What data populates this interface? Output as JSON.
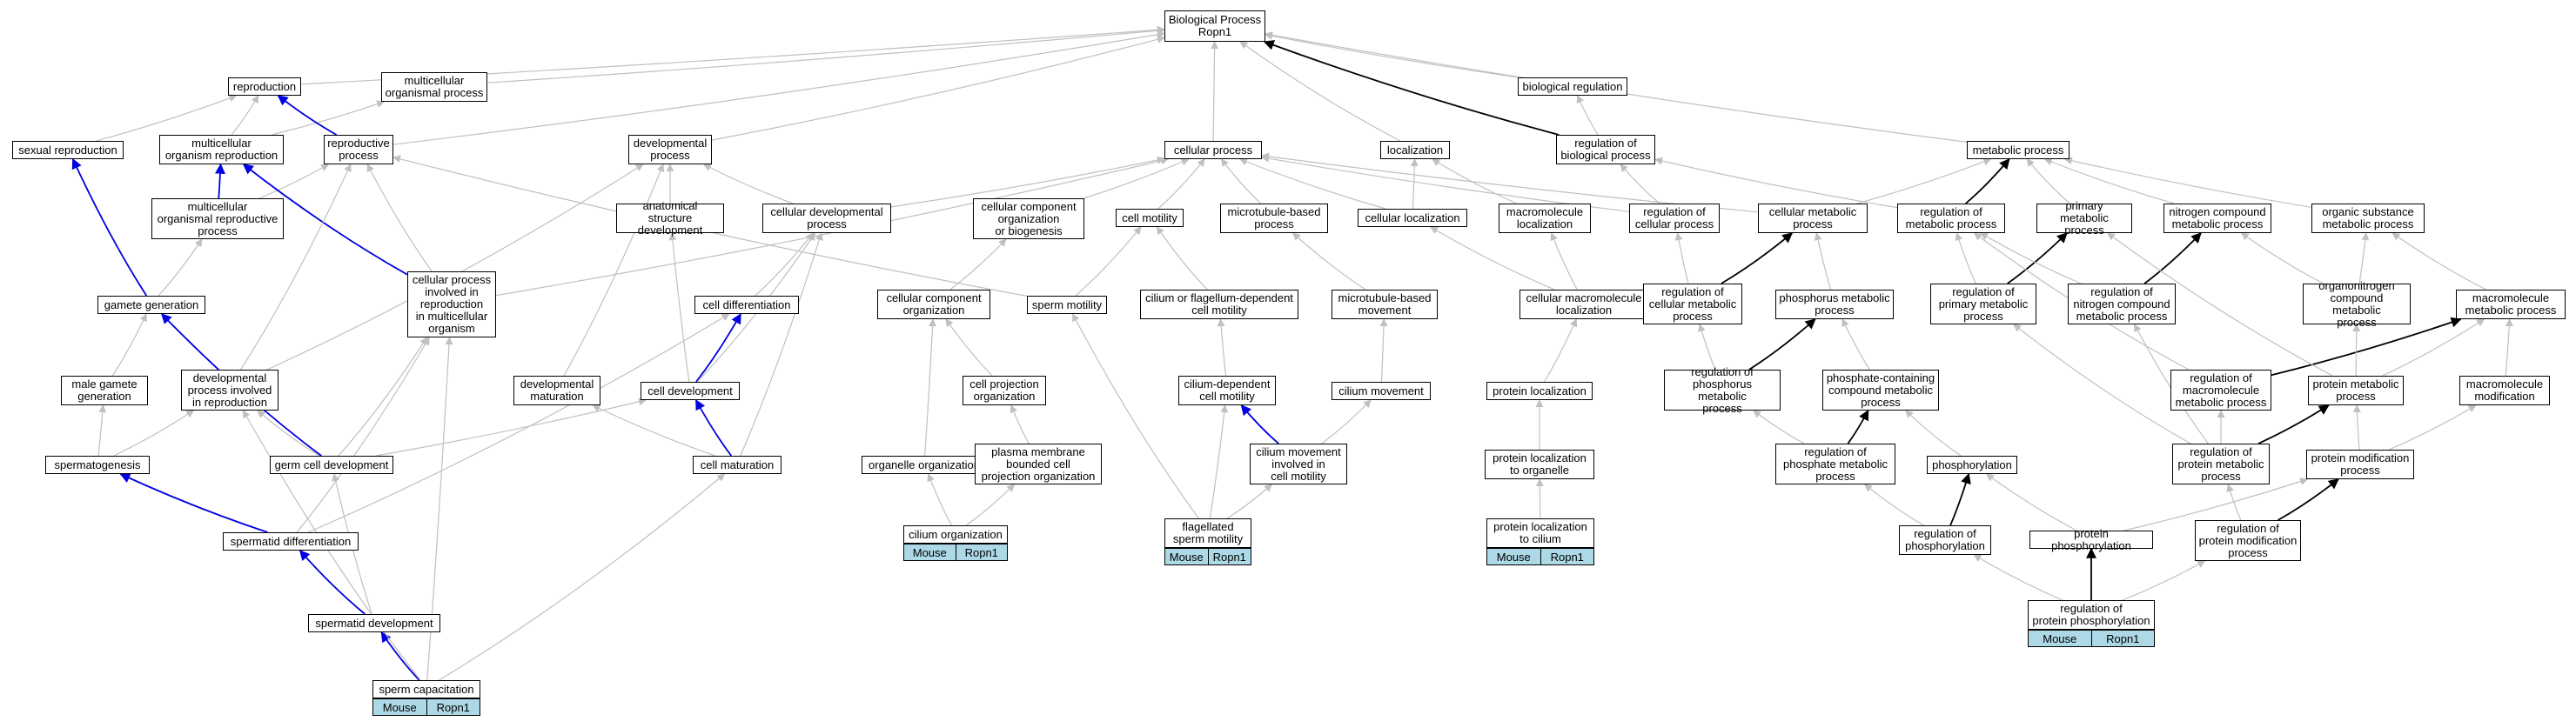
{
  "graph": {
    "root_title": "Biological Process\nRopn1",
    "nodes": {
      "root": "Biological Process\nRopn1",
      "reproduction": "reproduction",
      "multicellular_organismal_process": "multicellular\norganismal process",
      "sexual_reproduction": "sexual reproduction",
      "multicellular_organism_reproduction": "multicellular\norganism reproduction",
      "reproductive_process": "reproductive\nprocess",
      "multicellular_organismal_reproductive_process": "multicellular\norganismal reproductive\nprocess",
      "developmental_process": "developmental\nprocess",
      "anatomical_structure_development": "anatomical structure\ndevelopment",
      "cellular_developmental_process": "cellular developmental\nprocess",
      "cellular_process": "cellular process",
      "localization": "localization",
      "biological_regulation": "biological regulation",
      "regulation_of_biological_process": "regulation of\nbiological process",
      "metabolic_process": "metabolic process",
      "cellular_component_organization_or_biogenesis": "cellular component\norganization\nor biogenesis",
      "cell_motility": "cell motility",
      "microtubule_based_process": "microtubule-based\nprocess",
      "cellular_localization": "cellular localization",
      "macromolecule_localization": "macromolecule\nlocalization",
      "regulation_of_cellular_process": "regulation of\ncellular process",
      "cellular_metabolic_process": "cellular metabolic\nprocess",
      "regulation_of_metabolic_process": "regulation of\nmetabolic process",
      "primary_metabolic_process": "primary metabolic\nprocess",
      "nitrogen_compound_metabolic_process": "nitrogen compound\nmetabolic process",
      "organic_substance_metabolic_process": "organic substance\nmetabolic process",
      "gamete_generation": "gamete generation",
      "cellular_process_involved_in_reproduction": "cellular process\ninvolved in\nreproduction\nin multicellular\norganism",
      "cell_differentiation": "cell differentiation",
      "cellular_component_organization": "cellular component\norganization",
      "sperm_motility": "sperm motility",
      "cilium_or_flagellum_dependent_cell_motility": "cilium or flagellum-dependent\ncell motility",
      "microtubule_based_movement": "microtubule-based\nmovement",
      "cellular_macromolecule_localization": "cellular macromolecule\nlocalization",
      "regulation_of_cellular_metabolic_process": "regulation of\ncellular metabolic\nprocess",
      "phosphorus_metabolic_process": "phosphorus metabolic\nprocess",
      "regulation_of_primary_metabolic_process": "regulation of\nprimary metabolic\nprocess",
      "regulation_of_nitrogen_compound_metabolic_process": "regulation of\nnitrogen compound\nmetabolic process",
      "organonitrogen_compound_metabolic_process": "organonitrogen\ncompound metabolic\nprocess",
      "macromolecule_metabolic_process": "macromolecule\nmetabolic process",
      "male_gamete_generation": "male gamete\ngeneration",
      "developmental_process_involved_in_reproduction": "developmental\nprocess involved\nin reproduction",
      "developmental_maturation": "developmental\nmaturation",
      "cell_development": "cell development",
      "cell_projection_organization": "cell projection\norganization",
      "cilium_dependent_cell_motility": "cilium-dependent\ncell motility",
      "cilium_movement": "cilium movement",
      "protein_localization": "protein localization",
      "regulation_of_phosphorus_metabolic_process": "regulation of\nphosphorus metabolic\nprocess",
      "phosphate_containing_compound_metabolic_process": "phosphate-containing\ncompound metabolic\nprocess",
      "regulation_of_macromolecule_metabolic_process": "regulation of\nmacromolecule\nmetabolic process",
      "protein_metabolic_process": "protein metabolic\nprocess",
      "macromolecule_modification": "macromolecule\nmodification",
      "spermatogenesis": "spermatogenesis",
      "germ_cell_development": "germ cell development",
      "cell_maturation": "cell maturation",
      "organelle_organization": "organelle organization",
      "plasma_membrane_bounded_cell_projection_organization": "plasma membrane\nbounded cell\nprojection organization",
      "cilium_movement_involved_in_cell_motility": "cilium movement\ninvolved in\ncell motility",
      "protein_localization_to_organelle": "protein localization\nto organelle",
      "regulation_of_phosphate_metabolic_process": "regulation of\nphosphate metabolic\nprocess",
      "phosphorylation": "phosphorylation",
      "regulation_of_protein_metabolic_process": "regulation of\nprotein metabolic\nprocess",
      "protein_modification_process": "protein modification\nprocess",
      "spermatid_differentiation": "spermatid differentiation",
      "cilium_organization": "cilium organization",
      "flagellated_sperm_motility": "flagellated\nsperm motility",
      "protein_localization_to_cilium": "protein localization\nto cilium",
      "regulation_of_phosphorylation": "regulation of\nphosphorylation",
      "protein_phosphorylation": "protein phosphorylation",
      "regulation_of_protein_modification_process": "regulation of\nprotein modification\nprocess",
      "spermatid_development": "spermatid development",
      "sperm_capacitation": "sperm capacitation",
      "regulation_of_protein_phosphorylation": "regulation of\nprotein phosphorylation"
    },
    "annotation_tags": {
      "sperm_capacitation": [
        "Mouse",
        "Ropn1"
      ],
      "cilium_organization": [
        "Mouse",
        "Ropn1"
      ],
      "flagellated_sperm_motility": [
        "Mouse",
        "Ropn1"
      ],
      "protein_localization_to_cilium": [
        "Mouse",
        "Ropn1"
      ],
      "regulation_of_protein_phosphorylation": [
        "Mouse",
        "Ropn1"
      ]
    },
    "edge_colors": {
      "is_a": "#c0c0c0",
      "part_of": "#0000e0",
      "regulates": "#000000"
    },
    "tag_color": "#add8e6",
    "edges": [
      [
        "reproduction",
        "root",
        "is_a"
      ],
      [
        "multicellular_organismal_process",
        "root",
        "is_a"
      ],
      [
        "developmental_process",
        "root",
        "is_a"
      ],
      [
        "cellular_process",
        "root",
        "is_a"
      ],
      [
        "localization",
        "root",
        "is_a"
      ],
      [
        "biological_regulation",
        "root",
        "is_a"
      ],
      [
        "regulation_of_biological_process",
        "root",
        "regulates"
      ],
      [
        "metabolic_process",
        "root",
        "is_a"
      ],
      [
        "reproductive_process",
        "root",
        "is_a"
      ],
      [
        "sexual_reproduction",
        "reproduction",
        "is_a"
      ],
      [
        "multicellular_organism_reproduction",
        "reproduction",
        "is_a"
      ],
      [
        "multicellular_organism_reproduction",
        "multicellular_organismal_process",
        "is_a"
      ],
      [
        "reproductive_process",
        "reproduction",
        "part_of"
      ],
      [
        "multicellular_organismal_reproductive_process",
        "multicellular_organism_reproduction",
        "part_of"
      ],
      [
        "multicellular_organismal_reproductive_process",
        "reproductive_process",
        "is_a"
      ],
      [
        "regulation_of_biological_process",
        "biological_regulation",
        "is_a"
      ],
      [
        "anatomical_structure_development",
        "developmental_process",
        "is_a"
      ],
      [
        "cellular_developmental_process",
        "developmental_process",
        "is_a"
      ],
      [
        "cellular_developmental_process",
        "cellular_process",
        "is_a"
      ],
      [
        "cellular_component_organization_or_biogenesis",
        "cellular_process",
        "is_a"
      ],
      [
        "cell_motility",
        "cellular_process",
        "is_a"
      ],
      [
        "microtubule_based_process",
        "cellular_process",
        "is_a"
      ],
      [
        "cellular_localization",
        "cellular_process",
        "is_a"
      ],
      [
        "cellular_localization",
        "localization",
        "is_a"
      ],
      [
        "macromolecule_localization",
        "localization",
        "is_a"
      ],
      [
        "regulation_of_cellular_process",
        "cellular_process",
        "is_a"
      ],
      [
        "regulation_of_cellular_process",
        "regulation_of_biological_process",
        "is_a"
      ],
      [
        "cellular_metabolic_process",
        "cellular_process",
        "is_a"
      ],
      [
        "cellular_metabolic_process",
        "metabolic_process",
        "is_a"
      ],
      [
        "regulation_of_metabolic_process",
        "metabolic_process",
        "regulates"
      ],
      [
        "regulation_of_metabolic_process",
        "regulation_of_biological_process",
        "is_a"
      ],
      [
        "primary_metabolic_process",
        "metabolic_process",
        "is_a"
      ],
      [
        "nitrogen_compound_metabolic_process",
        "metabolic_process",
        "is_a"
      ],
      [
        "organic_substance_metabolic_process",
        "metabolic_process",
        "is_a"
      ],
      [
        "gamete_generation",
        "sexual_reproduction",
        "part_of"
      ],
      [
        "gamete_generation",
        "multicellular_organismal_reproductive_process",
        "is_a"
      ],
      [
        "cellular_process_involved_in_reproduction",
        "multicellular_organism_reproduction",
        "part_of"
      ],
      [
        "cellular_process_involved_in_reproduction",
        "reproductive_process",
        "is_a"
      ],
      [
        "cellular_process_involved_in_reproduction",
        "cellular_process",
        "is_a"
      ],
      [
        "cell_differentiation",
        "cellular_developmental_process",
        "is_a"
      ],
      [
        "cellular_component_organization",
        "cellular_component_organization_or_biogenesis",
        "is_a"
      ],
      [
        "sperm_motility",
        "cell_motility",
        "is_a"
      ],
      [
        "sperm_motility",
        "reproductive_process",
        "is_a"
      ],
      [
        "cilium_or_flagellum_dependent_cell_motility",
        "cell_motility",
        "is_a"
      ],
      [
        "microtubule_based_movement",
        "microtubule_based_process",
        "is_a"
      ],
      [
        "cellular_macromolecule_localization",
        "cellular_localization",
        "is_a"
      ],
      [
        "cellular_macromolecule_localization",
        "macromolecule_localization",
        "is_a"
      ],
      [
        "regulation_of_cellular_metabolic_process",
        "regulation_of_cellular_process",
        "is_a"
      ],
      [
        "regulation_of_cellular_metabolic_process",
        "cellular_metabolic_process",
        "regulates"
      ],
      [
        "phosphorus_metabolic_process",
        "cellular_metabolic_process",
        "is_a"
      ],
      [
        "regulation_of_primary_metabolic_process",
        "regulation_of_metabolic_process",
        "is_a"
      ],
      [
        "regulation_of_primary_metabolic_process",
        "primary_metabolic_process",
        "regulates"
      ],
      [
        "regulation_of_nitrogen_compound_metabolic_process",
        "nitrogen_compound_metabolic_process",
        "regulates"
      ],
      [
        "regulation_of_nitrogen_compound_metabolic_process",
        "regulation_of_metabolic_process",
        "is_a"
      ],
      [
        "organonitrogen_compound_metabolic_process",
        "nitrogen_compound_metabolic_process",
        "is_a"
      ],
      [
        "organonitrogen_compound_metabolic_process",
        "organic_substance_metabolic_process",
        "is_a"
      ],
      [
        "macromolecule_metabolic_process",
        "organic_substance_metabolic_process",
        "is_a"
      ],
      [
        "male_gamete_generation",
        "gamete_generation",
        "is_a"
      ],
      [
        "developmental_process_involved_in_reproduction",
        "developmental_process",
        "is_a"
      ],
      [
        "developmental_process_involved_in_reproduction",
        "reproductive_process",
        "is_a"
      ],
      [
        "developmental_maturation",
        "developmental_process",
        "is_a"
      ],
      [
        "cell_development",
        "cell_differentiation",
        "part_of"
      ],
      [
        "cell_development",
        "anatomical_structure_development",
        "is_a"
      ],
      [
        "cell_development",
        "cellular_developmental_process",
        "is_a"
      ],
      [
        "cell_projection_organization",
        "cellular_component_organization",
        "is_a"
      ],
      [
        "cilium_dependent_cell_motility",
        "cilium_or_flagellum_dependent_cell_motility",
        "is_a"
      ],
      [
        "cilium_movement",
        "microtubule_based_movement",
        "is_a"
      ],
      [
        "protein_localization",
        "cellular_macromolecule_localization",
        "is_a"
      ],
      [
        "regulation_of_phosphorus_metabolic_process",
        "regulation_of_cellular_metabolic_process",
        "is_a"
      ],
      [
        "regulation_of_phosphorus_metabolic_process",
        "phosphorus_metabolic_process",
        "regulates"
      ],
      [
        "phosphate_containing_compound_metabolic_process",
        "phosphorus_metabolic_process",
        "is_a"
      ],
      [
        "regulation_of_macromolecule_metabolic_process",
        "regulation_of_metabolic_process",
        "is_a"
      ],
      [
        "regulation_of_macromolecule_metabolic_process",
        "macromolecule_metabolic_process",
        "regulates"
      ],
      [
        "protein_metabolic_process",
        "primary_metabolic_process",
        "is_a"
      ],
      [
        "protein_metabolic_process",
        "organonitrogen_compound_metabolic_process",
        "is_a"
      ],
      [
        "protein_metabolic_process",
        "macromolecule_metabolic_process",
        "is_a"
      ],
      [
        "macromolecule_modification",
        "macromolecule_metabolic_process",
        "is_a"
      ],
      [
        "spermatogenesis",
        "male_gamete_generation",
        "is_a"
      ],
      [
        "spermatogenesis",
        "developmental_process_involved_in_reproduction",
        "is_a"
      ],
      [
        "germ_cell_development",
        "gamete_generation",
        "part_of"
      ],
      [
        "germ_cell_development",
        "cell_development",
        "is_a"
      ],
      [
        "germ_cell_development",
        "cellular_process_involved_in_reproduction",
        "is_a"
      ],
      [
        "germ_cell_development",
        "developmental_process_involved_in_reproduction",
        "is_a"
      ],
      [
        "cell_maturation",
        "cell_development",
        "part_of"
      ],
      [
        "cell_maturation",
        "developmental_maturation",
        "is_a"
      ],
      [
        "cell_maturation",
        "cellular_developmental_process",
        "is_a"
      ],
      [
        "organelle_organization",
        "cellular_component_organization",
        "is_a"
      ],
      [
        "plasma_membrane_bounded_cell_projection_organization",
        "cell_projection_organization",
        "is_a"
      ],
      [
        "cilium_movement_involved_in_cell_motility",
        "cilium_dependent_cell_motility",
        "part_of"
      ],
      [
        "cilium_movement_involved_in_cell_motility",
        "cilium_movement",
        "is_a"
      ],
      [
        "protein_localization_to_organelle",
        "protein_localization",
        "is_a"
      ],
      [
        "regulation_of_phosphate_metabolic_process",
        "regulation_of_phosphorus_metabolic_process",
        "is_a"
      ],
      [
        "regulation_of_phosphate_metabolic_process",
        "phosphate_containing_compound_metabolic_process",
        "regulates"
      ],
      [
        "phosphorylation",
        "phosphate_containing_compound_metabolic_process",
        "is_a"
      ],
      [
        "regulation_of_protein_metabolic_process",
        "regulation_of_macromolecule_metabolic_process",
        "is_a"
      ],
      [
        "regulation_of_protein_metabolic_process",
        "regulation_of_primary_metabolic_process",
        "is_a"
      ],
      [
        "regulation_of_protein_metabolic_process",
        "regulation_of_nitrogen_compound_metabolic_process",
        "is_a"
      ],
      [
        "regulation_of_protein_metabolic_process",
        "protein_metabolic_process",
        "regulates"
      ],
      [
        "protein_modification_process",
        "protein_metabolic_process",
        "is_a"
      ],
      [
        "protein_modification_process",
        "macromolecule_modification",
        "is_a"
      ],
      [
        "spermatid_differentiation",
        "spermatogenesis",
        "part_of"
      ],
      [
        "spermatid_differentiation",
        "cell_differentiation",
        "is_a"
      ],
      [
        "spermatid_differentiation",
        "cellular_process_involved_in_reproduction",
        "is_a"
      ],
      [
        "cilium_organization",
        "plasma_membrane_bounded_cell_projection_organization",
        "is_a"
      ],
      [
        "cilium_organization",
        "organelle_organization",
        "is_a"
      ],
      [
        "flagellated_sperm_motility",
        "sperm_motility",
        "is_a"
      ],
      [
        "flagellated_sperm_motility",
        "cilium_dependent_cell_motility",
        "is_a"
      ],
      [
        "flagellated_sperm_motility",
        "cilium_movement_involved_in_cell_motility",
        "is_a"
      ],
      [
        "protein_localization_to_cilium",
        "protein_localization_to_organelle",
        "is_a"
      ],
      [
        "regulation_of_phosphorylation",
        "regulation_of_phosphate_metabolic_process",
        "is_a"
      ],
      [
        "regulation_of_phosphorylation",
        "phosphorylation",
        "regulates"
      ],
      [
        "protein_phosphorylation",
        "phosphorylation",
        "is_a"
      ],
      [
        "protein_phosphorylation",
        "protein_modification_process",
        "is_a"
      ],
      [
        "regulation_of_protein_modification_process",
        "regulation_of_protein_metabolic_process",
        "is_a"
      ],
      [
        "regulation_of_protein_modification_process",
        "protein_modification_process",
        "regulates"
      ],
      [
        "spermatid_development",
        "spermatid_differentiation",
        "part_of"
      ],
      [
        "spermatid_development",
        "germ_cell_development",
        "is_a"
      ],
      [
        "sperm_capacitation",
        "spermatid_development",
        "part_of"
      ],
      [
        "sperm_capacitation",
        "cell_maturation",
        "is_a"
      ],
      [
        "sperm_capacitation",
        "cellular_process_involved_in_reproduction",
        "is_a"
      ],
      [
        "sperm_capacitation",
        "developmental_process_involved_in_reproduction",
        "is_a"
      ],
      [
        "regulation_of_protein_phosphorylation",
        "protein_phosphorylation",
        "regulates"
      ],
      [
        "regulation_of_protein_phosphorylation",
        "regulation_of_phosphorylation",
        "is_a"
      ],
      [
        "regulation_of_protein_phosphorylation",
        "regulation_of_protein_modification_process",
        "is_a"
      ]
    ]
  }
}
